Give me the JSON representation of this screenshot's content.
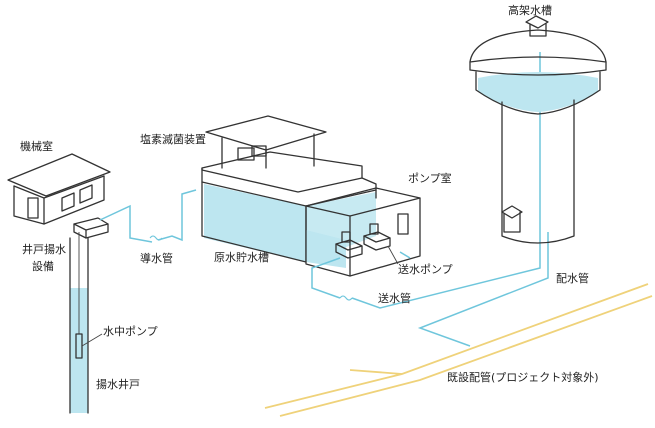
{
  "labels": {
    "kikaishitsu": "機械室",
    "ido_yousui_1": "井戸揚水",
    "ido_yousui_2": "設備",
    "suichu_pump": "水中ポンプ",
    "yousui_ido": "揚水井戸",
    "dousuikan": "導水管",
    "enso_mekkin": "塩素滅菌装置",
    "gensui_chosuiso": "原水貯水槽",
    "pump_shitsu": "ポンプ室",
    "sousui_pump": "送水ポンプ",
    "sousuikan": "送水管",
    "koka_suiso": "高架水槽",
    "haisuikan": "配水管",
    "kisetsu_haikan": "既設配管(プロジェクト対象外)"
  },
  "colors": {
    "water": "#bde6f0",
    "pipe": "#6fc6dc",
    "existing_pipe": "#efd27a",
    "outline": "#333333"
  }
}
